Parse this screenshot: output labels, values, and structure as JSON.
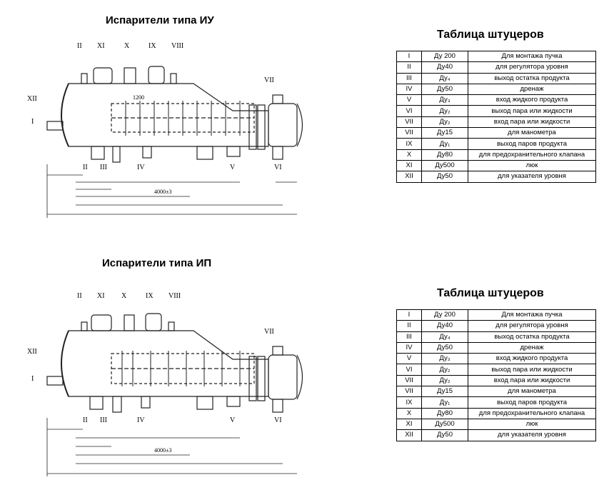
{
  "sections": [
    {
      "title": "Испарители типа ИУ",
      "table_title": "Таблица штуцеров",
      "rows": [
        [
          "I",
          "Ду 200",
          "Для монтажа пучка"
        ],
        [
          "II",
          "Ду40",
          "для регулятора уровня"
        ],
        [
          "III",
          "Ду₄",
          "выход остатка продукта"
        ],
        [
          "IV",
          "Ду50",
          "дренаж"
        ],
        [
          "V",
          "Ду₃",
          "вход жидкого продукта"
        ],
        [
          "VI",
          "Ду₂",
          "выход пара или жидкости"
        ],
        [
          "VII",
          "Ду₂",
          "вход пара или жидкости"
        ],
        [
          "VII",
          "Ду15",
          "для манометра"
        ],
        [
          "IX",
          "Ду₁",
          "выход паров продукта"
        ],
        [
          "X",
          "Ду80",
          "для предохранительного клапана"
        ],
        [
          "XI",
          "Ду500",
          "люк"
        ],
        [
          "XII",
          "Ду50",
          "для указателя уровня"
        ]
      ]
    },
    {
      "title": "Испарители типа ИП",
      "table_title": "Таблица штуцеров",
      "rows": [
        [
          "I",
          "Ду 200",
          "Для монтажа пучка"
        ],
        [
          "II",
          "Ду40",
          "для регулятора уровня"
        ],
        [
          "III",
          "Ду₄",
          "выход остатка продукта"
        ],
        [
          "IV",
          "Ду50",
          "дренаж"
        ],
        [
          "V",
          "Ду₃",
          "вход жидкого продукта"
        ],
        [
          "VI",
          "Ду₂",
          "выход пара или жидкости"
        ],
        [
          "VII",
          "Ду₂",
          "вход пара или жидкости"
        ],
        [
          "VII",
          "Ду15",
          "для манометра"
        ],
        [
          "IX",
          "Ду₁",
          "выход паров продукта"
        ],
        [
          "X",
          "Ду80",
          "для предохранительного клапана"
        ],
        [
          "XI",
          "Ду500",
          "люк"
        ],
        [
          "XII",
          "Ду50",
          "для указателя уровня"
        ]
      ]
    }
  ],
  "drawing_labels": {
    "top": [
      "II",
      "XI",
      "X",
      "IX",
      "VIII"
    ],
    "bottom": [
      "II",
      "III",
      "IV",
      "V",
      "VI"
    ],
    "left_end": [
      "XII",
      "I"
    ],
    "right_end": [
      "VII"
    ],
    "dim_1200": "1200",
    "dim_4000": "4000±3"
  }
}
